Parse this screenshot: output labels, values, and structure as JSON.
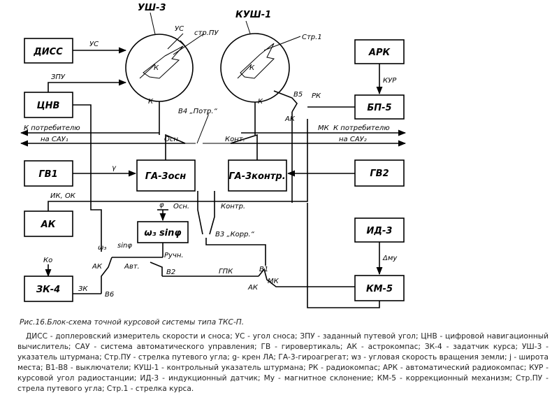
{
  "boxes": {
    "diss": "ДИСС",
    "cnv": "ЦНВ",
    "gv1": "ГВ1",
    "ak": "АК",
    "zk4": "ЗК-4",
    "ga3_osn": "ГА-3осн",
    "ga3_kontr": "ГА-3контр.",
    "w3_sin": "ω₃ sinφ",
    "ark": "АРК",
    "bp5": "БП-5",
    "gv2": "ГВ2",
    "id3": "ИД-3",
    "km5": "КМ-5"
  },
  "labels": {
    "ush3": "УШ-3",
    "kush1": "КУШ-1",
    "us_top": "УС",
    "str_pu": "стр.ПУ",
    "str1": "Стр.1",
    "k_ush": "К",
    "k_kush": "К",
    "us_wire": "УС",
    "zpu": "ЗПУ",
    "k_left": "К",
    "k_right": "К",
    "kur": "КУР",
    "v5": "В5",
    "rk": "РК",
    "ak_sw": "АК",
    "v4": "В4 „Потр.“",
    "k_potr_left": "К потребителю",
    "na_sau1": "на САУ₁",
    "mk_top": "МК",
    "k_potr_right": "К потребителю",
    "na_sau2": "на САУ₂",
    "osn_top": "Осн.",
    "kont_top": "Конт.",
    "gamma": "γ",
    "ik_ok": "ИК, ОК",
    "phi": "φ",
    "osn_mid": "Осн.",
    "kontr_mid": "Контр.",
    "v3": "В3 „Корр.“",
    "w3": "ω₃",
    "sinphi": "sinφ",
    "ruchn": "Ручн.",
    "ak_v2": "АК",
    "avt": "Авт.",
    "v2": "В2",
    "gpk": "ГПК",
    "v1": "В1",
    "ak_v1": "АК",
    "mk_v1": "МК",
    "ko": "Ко",
    "zk_wire": "ЗК",
    "v6": "В6",
    "dmu": "Δмy"
  },
  "caption": {
    "title": "Рис.16.Блок-схема точной курсовой системы типа ТКС-П.",
    "text": "ДИСС - доплеровский измеритель скорости и сноса; УС - угол сноса; ЗПУ - заданный путевой угол; ЦНВ - цифровой навигационный вычислитель; САУ - система автоматического управления; ГВ - гировертикаль; АК - астрокомпас; ЗК-4 - задатчик курса; УШ-3 - указатель штурмана; Стр.ПУ - стрелка путевого угла; g- крен ЛА; ГА-3-гироагрегат; wз - угловая скорость вращения земли; j - широта места; В1-В8 - выключатели; КУШ-1 - контрольный указатель штурмана; РК - радиокомпас; АРК - автоматический радиокомпас; КУР - курсовой угол радиостанции; ИД-3 - индукционный датчик; Му - магнитное склонение; КМ-5 - коррекционный механизм; Стр.ПУ - стрела путевого угла; Стр.1 - стрелка курса."
  }
}
